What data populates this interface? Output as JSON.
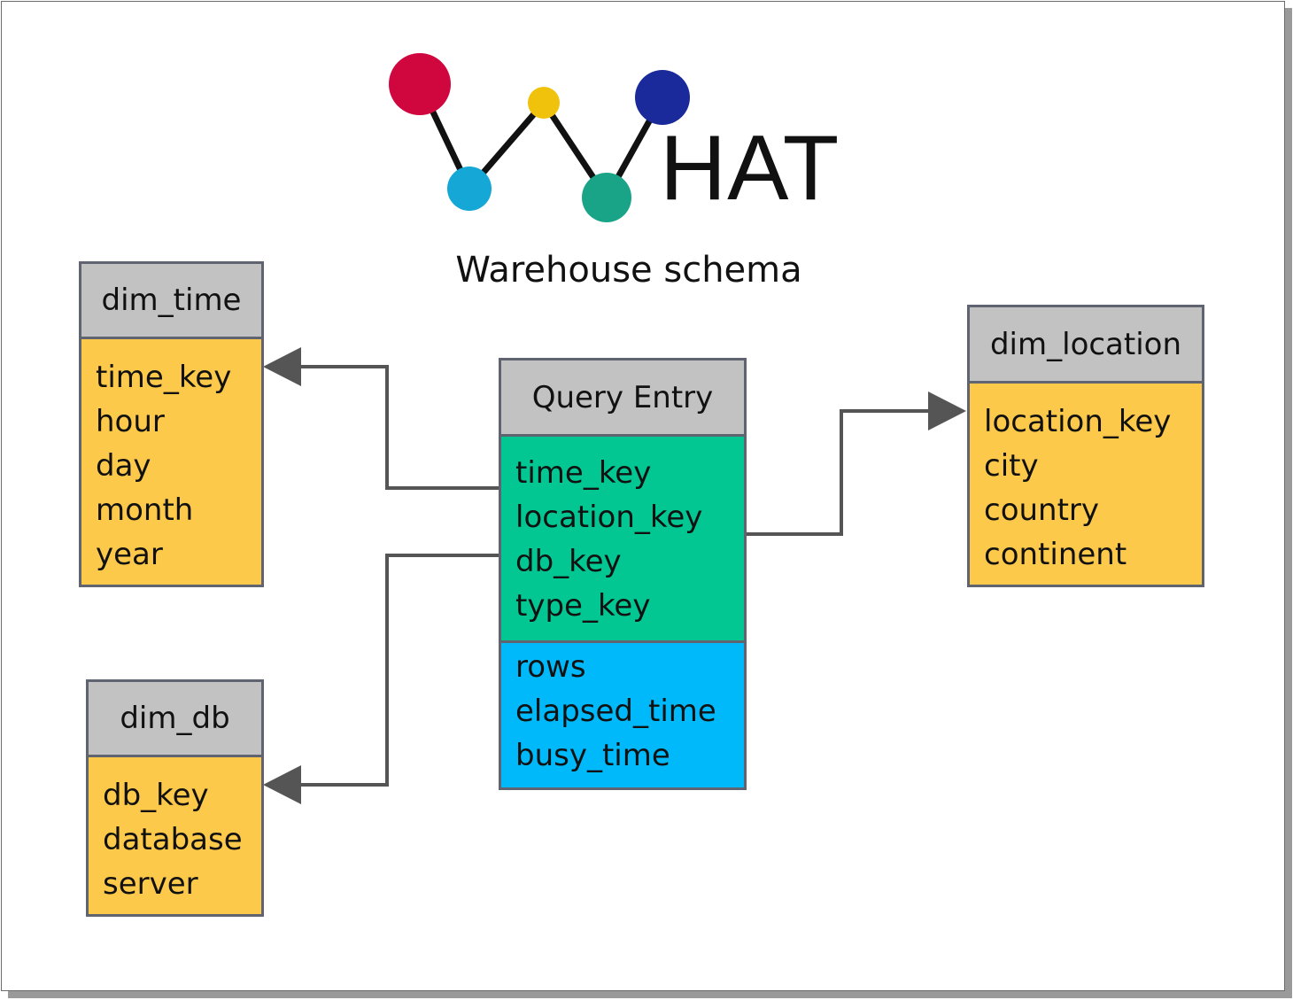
{
  "logo": {
    "word": "HAT"
  },
  "subtitle": "Warehouse schema",
  "colors": {
    "header": "#c2c2c2",
    "dimension": "#fdc94b",
    "fact_keys": "#03c792",
    "fact_measures": "#00b9fb",
    "connector": "#555555",
    "logo_dots": [
      "#d0063e",
      "#15a7d6",
      "#f0c20b",
      "#19a488",
      "#1b2a9a"
    ]
  },
  "tables": {
    "dim_time": {
      "title": "dim_time",
      "fields": [
        "time_key",
        "hour",
        "day",
        "month",
        "year"
      ]
    },
    "dim_db": {
      "title": "dim_db",
      "fields": [
        "db_key",
        "database",
        "server"
      ]
    },
    "dim_location": {
      "title": "dim_location",
      "fields": [
        "location_key",
        "city",
        "country",
        "continent"
      ]
    },
    "query_entry": {
      "title": "Query Entry",
      "keys": [
        "time_key",
        "location_key",
        "db_key",
        "type_key"
      ],
      "measures": [
        "rows",
        "elapsed_time",
        "busy_time"
      ]
    }
  }
}
